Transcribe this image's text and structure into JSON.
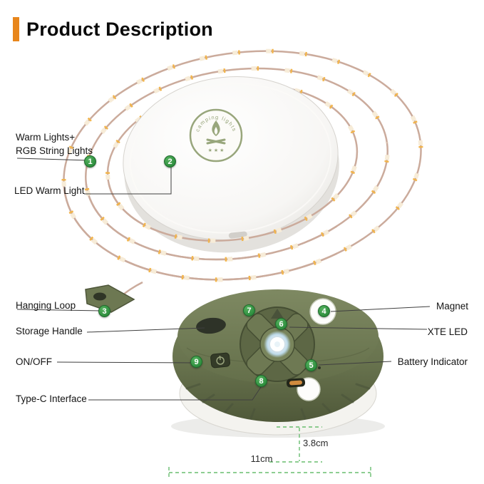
{
  "title": "Product Description",
  "brand": "camping lights",
  "logo_stars": "★ ★ ★",
  "labels": {
    "warm_lights_1": "Warm Lights+",
    "warm_lights_2": "RGB String Lights",
    "led_warm_light": "LED Warm Light",
    "hanging_loop": "Hanging Loop",
    "storage_handle": "Storage Handle",
    "on_off": "ON/OFF",
    "type_c": "Type-C Interface",
    "magnet": "Magnet",
    "xte_led": "XTE LED",
    "battery_indicator": "Battery Indicator"
  },
  "markers": {
    "m1": "1",
    "m2": "2",
    "m3": "3",
    "m4": "4",
    "m5": "5",
    "m6": "6",
    "m7": "7",
    "m8": "8",
    "m9": "9"
  },
  "dimensions": {
    "height": "3.8cm",
    "diameter": "11cm"
  },
  "colors": {
    "accent_orange": "#E8861C",
    "marker_green": "#2F8F3F",
    "dimension_green": "#68BD6F",
    "body_olive": "#68734E",
    "string_tan": "#CBAB9C",
    "logo_olive": "#98A67C"
  }
}
